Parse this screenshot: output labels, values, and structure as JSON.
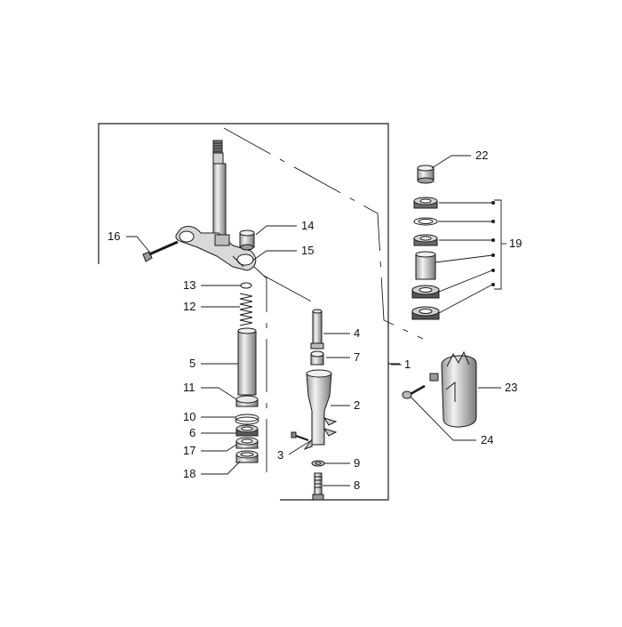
{
  "diagram": {
    "callouts": [
      {
        "id": "c1",
        "label": "1"
      },
      {
        "id": "c2",
        "label": "2"
      },
      {
        "id": "c3",
        "label": "3"
      },
      {
        "id": "c4",
        "label": "4"
      },
      {
        "id": "c5",
        "label": "5"
      },
      {
        "id": "c6",
        "label": "6"
      },
      {
        "id": "c7",
        "label": "7"
      },
      {
        "id": "c8",
        "label": "8"
      },
      {
        "id": "c9",
        "label": "9"
      },
      {
        "id": "c10",
        "label": "10"
      },
      {
        "id": "c11",
        "label": "11"
      },
      {
        "id": "c12",
        "label": "12"
      },
      {
        "id": "c13",
        "label": "13"
      },
      {
        "id": "c14",
        "label": "14"
      },
      {
        "id": "c15",
        "label": "15"
      },
      {
        "id": "c16",
        "label": "16"
      },
      {
        "id": "c17",
        "label": "17"
      },
      {
        "id": "c18",
        "label": "18"
      },
      {
        "id": "c19",
        "label": "19"
      },
      {
        "id": "c22",
        "label": "22"
      },
      {
        "id": "c23",
        "label": "23"
      },
      {
        "id": "c24",
        "label": "24"
      }
    ],
    "colors": {
      "line": "#1a1a1a",
      "part_fill": "#e6e6e6",
      "part_dark": "#8c8c8c",
      "background": "#ffffff"
    }
  }
}
